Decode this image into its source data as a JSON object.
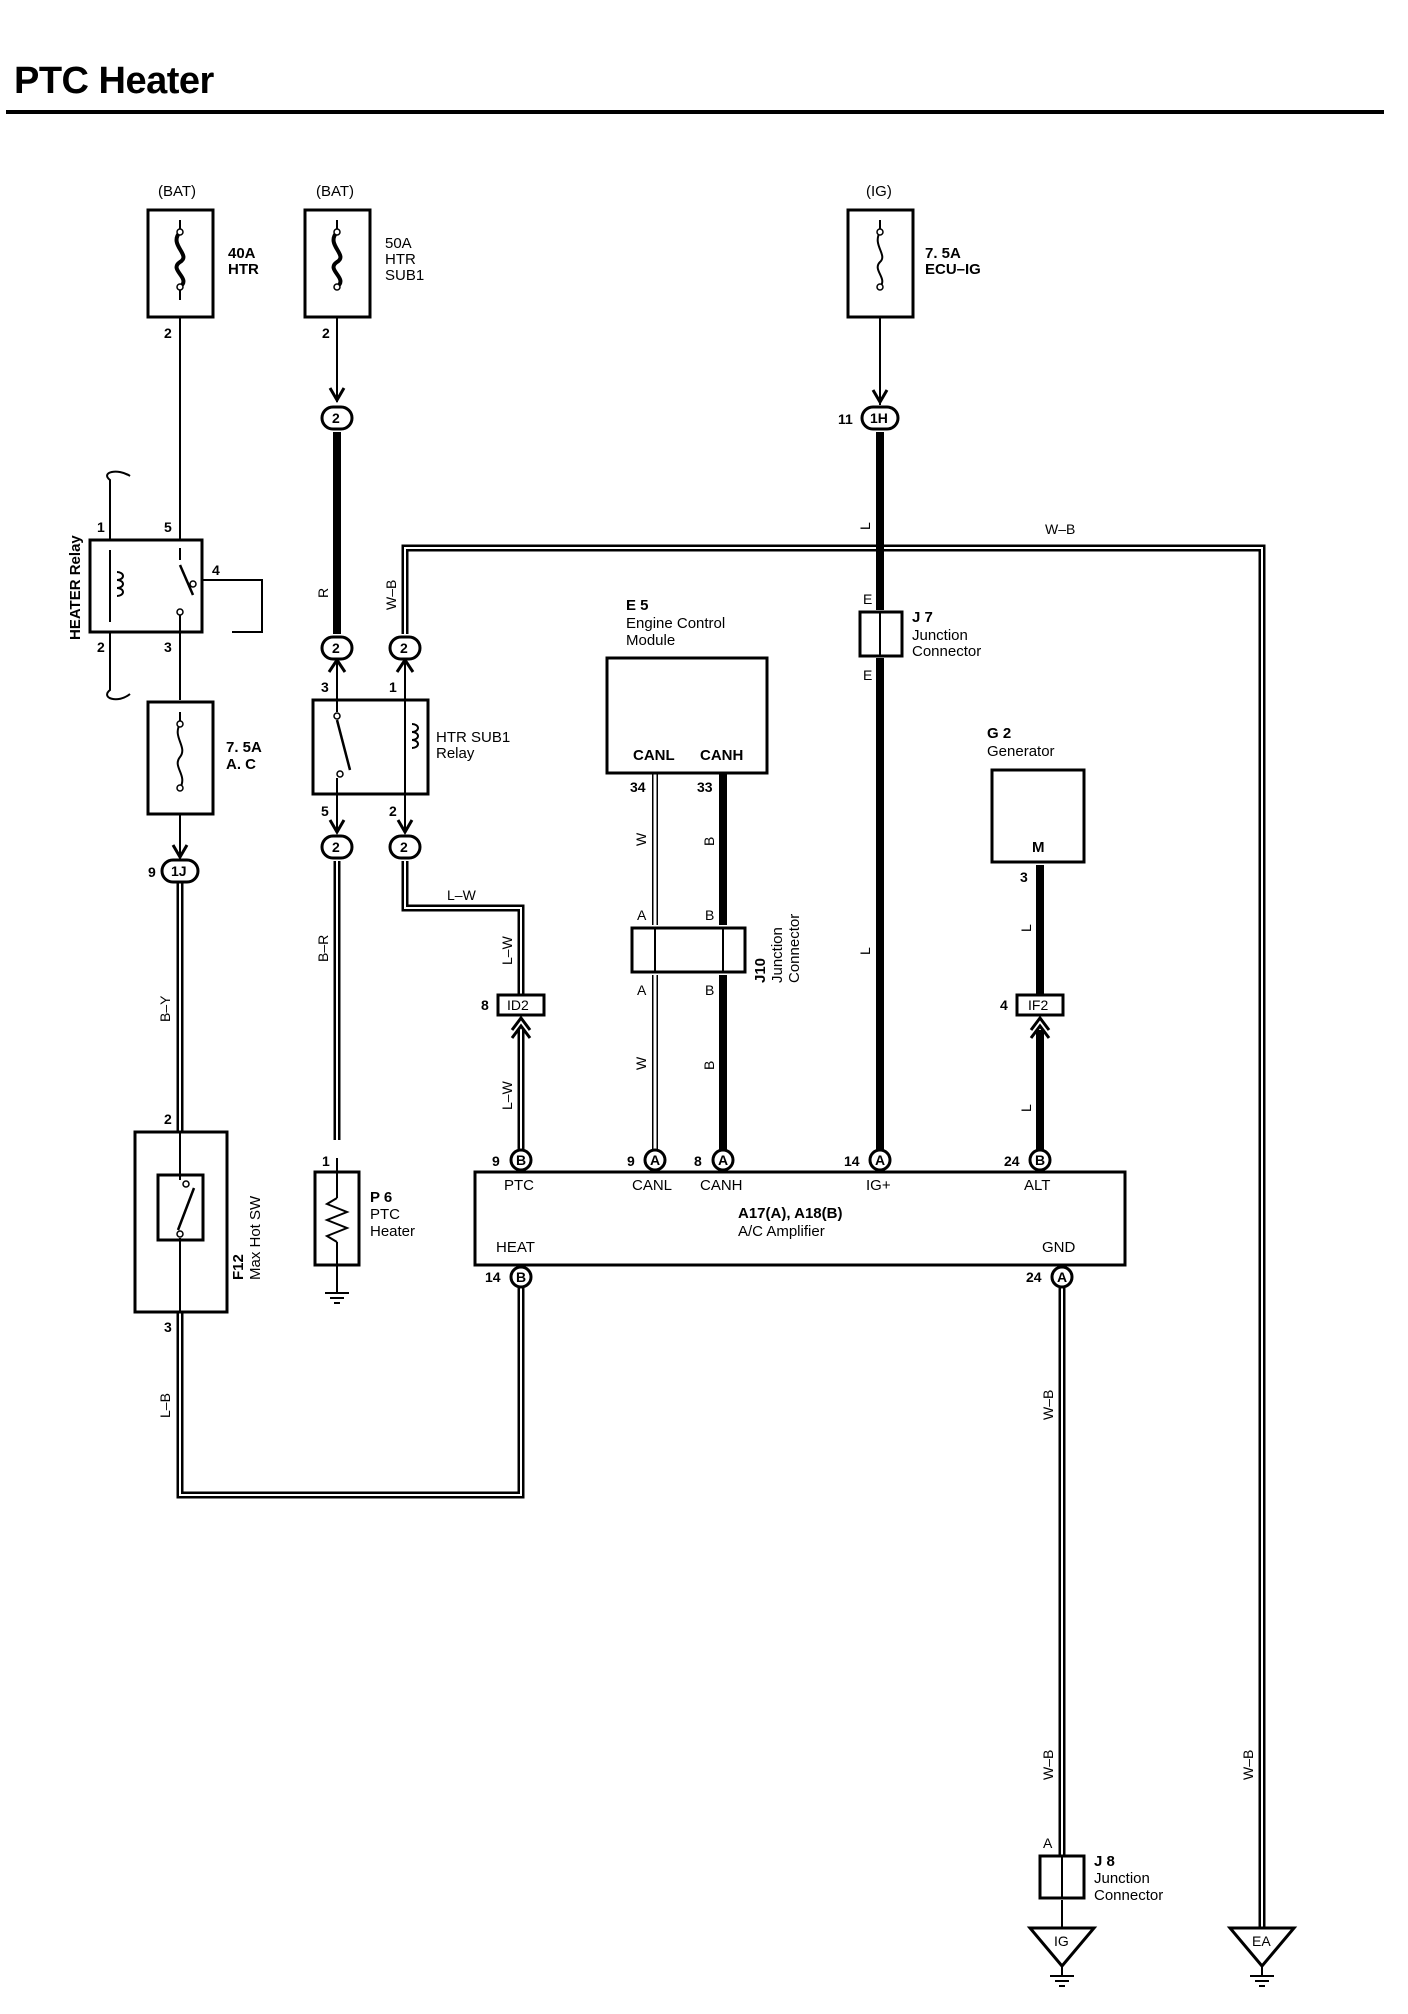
{
  "title": "PTC Heater",
  "supply": {
    "bat1": "(BAT)",
    "bat2": "(BAT)",
    "ig": "(IG)"
  },
  "fuses": {
    "htr": {
      "rating": "40A",
      "name": "HTR",
      "pin": "2"
    },
    "htr_sub1": {
      "rating": "50A",
      "line1": "HTR",
      "line2": "SUB1",
      "pin": "2"
    },
    "ecu_ig": {
      "rating": "7. 5A",
      "name": "ECU–IG"
    },
    "ac": {
      "rating": "7. 5A",
      "name": "A. C"
    }
  },
  "heater_relay": {
    "label": "HEATER Relay",
    "pin1": "1",
    "pin2": "2",
    "pin3": "3",
    "pin4": "4",
    "pin5": "5"
  },
  "htr_sub1_relay": {
    "line1": "HTR SUB1",
    "line2": "Relay",
    "pin1": "1",
    "pin2": "2",
    "pin3": "3",
    "pin5": "5"
  },
  "ecm": {
    "id": "E 5",
    "line1": "Engine Control",
    "line2": "Module",
    "canl": "CANL",
    "canh": "CANH",
    "pin_canl": "34",
    "pin_canh": "33"
  },
  "j7": {
    "id": "J 7",
    "line1": "Junction",
    "line2": "Connector",
    "pin_top": "E",
    "pin_bottom": "E"
  },
  "j10": {
    "id": "J10",
    "line1": "Junction",
    "line2": "Connector",
    "a_top": "A",
    "b_top": "B",
    "a_bottom": "A",
    "b_bottom": "B"
  },
  "j8": {
    "id": "J 8",
    "line1": "Junction",
    "line2": "Connector",
    "pin": "A"
  },
  "generator": {
    "id": "G 2",
    "name": "Generator",
    "terminal": "M",
    "pin": "3"
  },
  "max_hot_sw": {
    "id": "F12",
    "name": "Max Hot SW",
    "pin_top": "2",
    "pin_bottom": "3"
  },
  "ptc_heater": {
    "id": "P 6",
    "line1": "PTC",
    "line2": "Heater",
    "pin": "1"
  },
  "amplifier": {
    "line1": "A17(A), A18(B)",
    "line2": "A/C Amplifier",
    "ptc": "PTC",
    "canl": "CANL",
    "canh": "CANH",
    "igp": "IG+",
    "alt": "ALT",
    "heat": "HEAT",
    "gnd": "GND",
    "pin_ptc": "9",
    "pin_canl": "9",
    "pin_canh": "8",
    "pin_igp": "14",
    "pin_alt": "24",
    "pin_heat": "14",
    "pin_gnd": "24",
    "conn_ptc": "B",
    "conn_canl": "A",
    "conn_canh": "A",
    "conn_igp": "A",
    "conn_alt": "B",
    "conn_heat": "B",
    "conn_gnd": "A"
  },
  "connectors": {
    "c2_a": "2",
    "c2_b": "2",
    "c2_c": "2",
    "c2_d": "2",
    "c2_e": "2",
    "c1h": "1H",
    "c1h_pin": "11",
    "c1j": "1J",
    "c1j_pin": "9",
    "id2": "ID2",
    "id2_pin": "8",
    "if2": "IF2",
    "if2_pin": "4"
  },
  "wires": {
    "r": "R",
    "wb_top": "W–B",
    "wb_relay": "W–B",
    "l1": "L",
    "l2": "L",
    "lw1": "L–W",
    "lw2": "L–W",
    "lw3": "L–W",
    "by": "B–Y",
    "br": "B–R",
    "lb": "L–B",
    "w1": "W",
    "w2": "W",
    "b1": "B",
    "b2": "B",
    "l_gen1": "L",
    "l_gen2": "L",
    "wb_gnd1": "W–B",
    "wb_gnd2": "W–B",
    "wb_right": "W–B"
  },
  "grounds": {
    "ig": "IG",
    "ea": "EA"
  }
}
